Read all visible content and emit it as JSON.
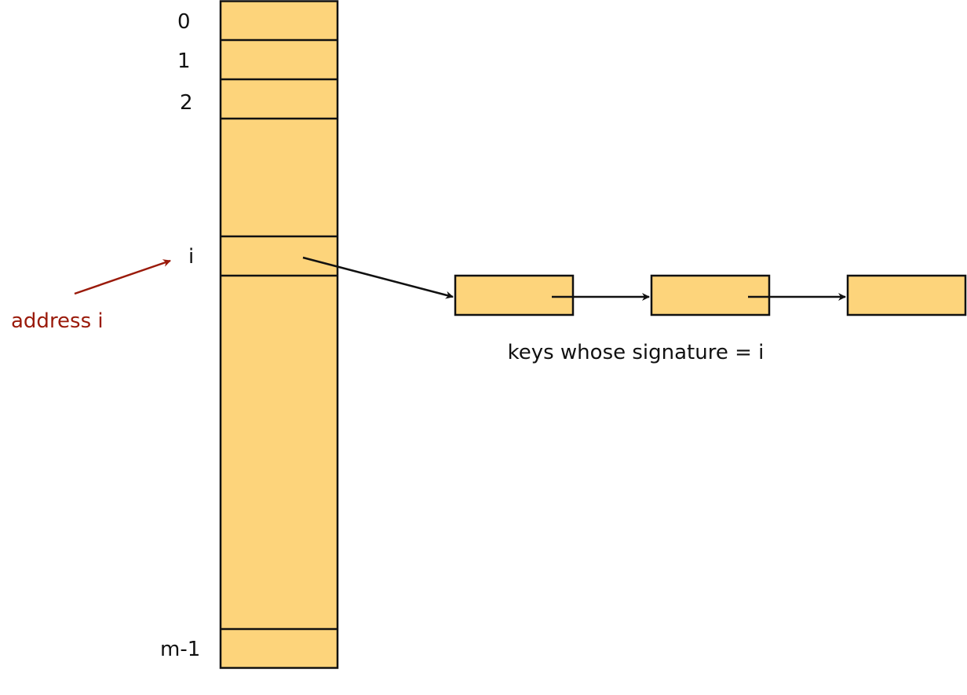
{
  "colors": {
    "cell_fill": "#FDD47B",
    "stroke": "#111111",
    "annotation": "#9A1A0A"
  },
  "table": {
    "index_labels": {
      "zero": "0",
      "one": "1",
      "two": "2",
      "i": "i",
      "last": "m-1"
    }
  },
  "annotation": {
    "text": "address i"
  },
  "chain": {
    "caption": "keys whose signature = i",
    "node_count": 3
  }
}
